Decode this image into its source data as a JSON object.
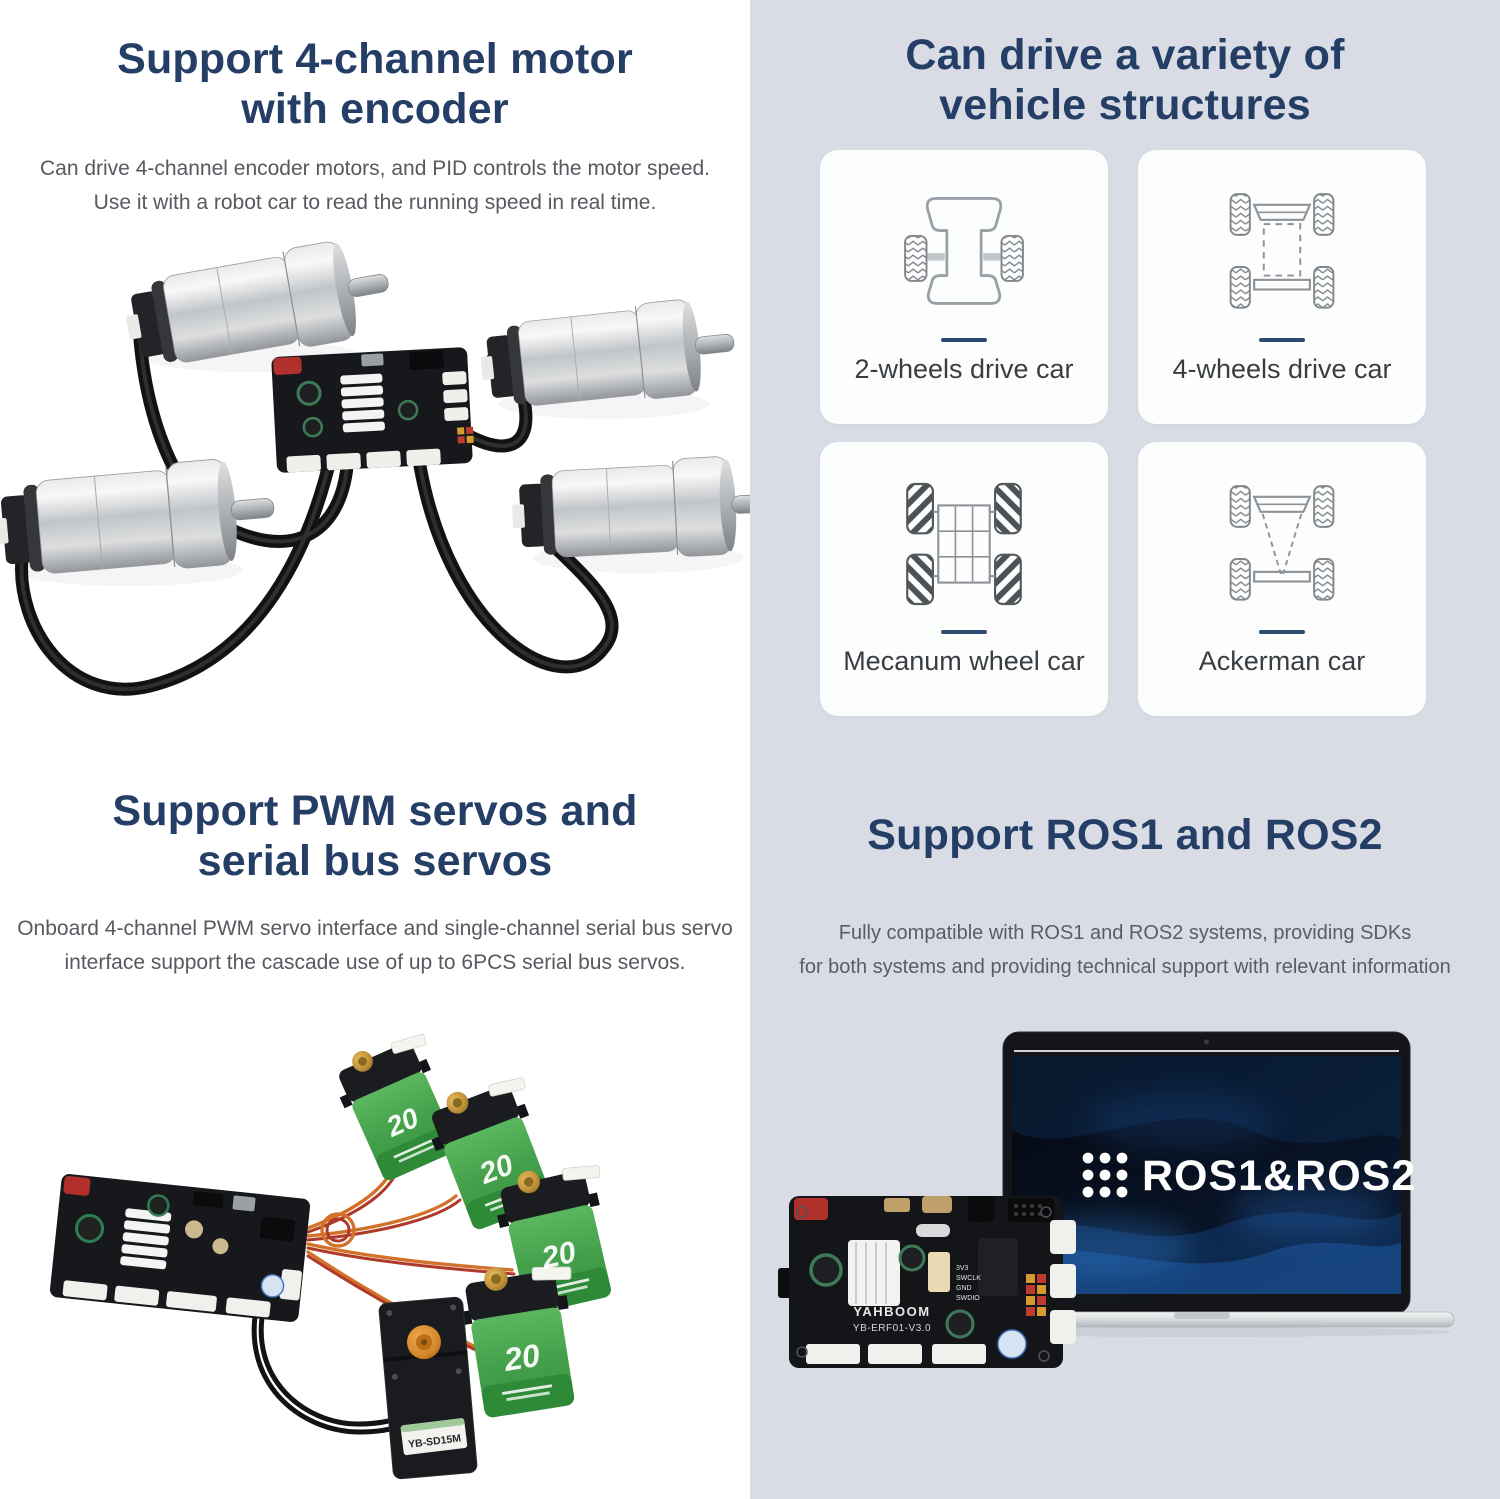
{
  "colors": {
    "title_navy": "#243e66",
    "body_gray": "#56595f",
    "panel_blue_bg": "#d9dce5",
    "card_bg": "#fcfdfd",
    "card_label": "#3a3d42",
    "card_underline_navy": "#2d4b70",
    "servo_green": "#44a04a",
    "board_black": "#17181c",
    "screen_blue": "#1d5ba8",
    "wire_orange": "#d2722a"
  },
  "motor_section": {
    "title_line1": "Support 4-channel motor",
    "title_line2": "with encoder",
    "body_line1": "Can drive 4-channel encoder motors, and PID controls the motor speed.",
    "body_line2": "Use it with a robot car to read the running speed in real time."
  },
  "vehicle_section": {
    "title_line1": "Can drive a variety of",
    "title_line2": "vehicle structures",
    "cards": [
      {
        "label": "2-wheels drive car",
        "icon": "two-wheel-drive-car-icon"
      },
      {
        "label": "4-wheels drive car",
        "icon": "four-wheel-drive-car-icon"
      },
      {
        "label": "Mecanum wheel car",
        "icon": "mecanum-wheel-car-icon"
      },
      {
        "label": "Ackerman car",
        "icon": "ackerman-car-icon"
      }
    ]
  },
  "servo_section": {
    "title_line1": "Support PWM servos and",
    "title_line2": "serial bus servos",
    "body_line1": "Onboard 4-channel PWM servo interface and single-channel serial bus servo",
    "body_line2": "interface support the cascade use of up to 6PCS serial bus servos.",
    "servo_badge": "20",
    "black_servo_label": "YB-SD15M"
  },
  "ros_section": {
    "title": "Support ROS1 and ROS2",
    "body_line1": "Fully compatible with ROS1 and ROS2 systems, providing SDKs",
    "body_line2": "for both systems and providing technical support with relevant information",
    "screen_text": "ROS1&ROS2",
    "board_brand": "YAHBOOM",
    "board_model": "YB-ERF01-V3.0",
    "board_pin_labels": [
      "3V3",
      "SWCLK",
      "GND",
      "SWDIO"
    ]
  }
}
